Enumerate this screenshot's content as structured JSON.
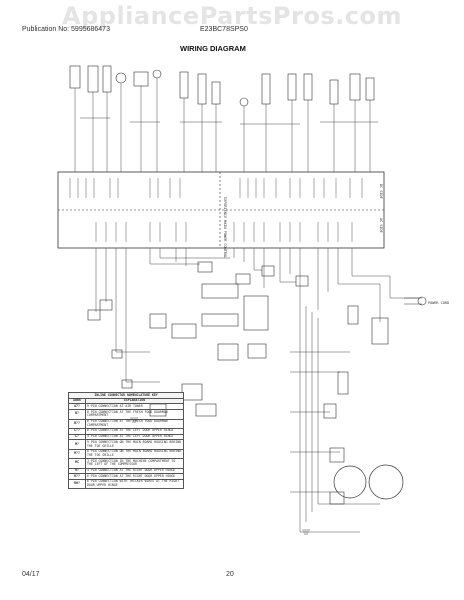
{
  "header": {
    "watermark": "AppliancePartsPros.com",
    "publication": "Publication No: 5995686473",
    "model": "E23BC78SPS0",
    "title": "WIRING DIAGRAM"
  },
  "footer": {
    "date": "04/17",
    "page": "20"
  },
  "connector_key": {
    "title": "INLINE CONNECTOR NOMENCLATURE KEY",
    "col_abbr": "ABBR",
    "col_expl": "EXPLANATION",
    "rows": [
      {
        "code": "A7?",
        "text": "9 PIN CONNECTION AT AIR TOWER"
      },
      {
        "code": "B?",
        "text": "6 PIN CONNECTION AT THE FRESH FOOD DOORMAN COMPARTMENT"
      },
      {
        "code": "B??",
        "text": "6 PIN CONNECTION AT THE FRESH FOOD DOORMAN COMPARTMENT"
      },
      {
        "code": "L??",
        "text": "6 PIN CONNECTION AT THE LEFT DOOR UPPER HINGE"
      },
      {
        "code": "L?",
        "text": "4 PIN CONNECTION AT THE LEFT DOOR UPPER HINGE"
      },
      {
        "code": "M?",
        "text": "9 PIN CONNECTION ON THE MAIN BOARD HOUSING BEHIND THE TOE GRILLE"
      },
      {
        "code": "M??",
        "text": "6 PIN CONNECTION ON THE MAIN BOARD HOUSING BEHIND THE TOE GRILLE"
      },
      {
        "code": "MC",
        "text": "3 PIN CONNECTION IN THE MACHINE COMPARTMENT TO THE LEFT OF THE COMPRESSOR"
      },
      {
        "code": "R?",
        "text": "4 PIN CONNECTION AT THE RIGHT DOOR UPPER HINGE"
      },
      {
        "code": "R??",
        "text": "6 PIN CONNECTION AT THE RIGHT DOOR UPPER HINGE"
      },
      {
        "code": "RH?",
        "text": "6 PIN CONNECTION WITH THICKER WIRES AT THE RIGHT DOOR UPPER HINGE"
      }
    ]
  },
  "board": {
    "label": "EXPERIENCE MAIN POWER CONTROL",
    "dc_side": "DC SIDE",
    "ac_side": "AC SIDE"
  },
  "labels": {
    "power_cord": "POWER CORD"
  }
}
